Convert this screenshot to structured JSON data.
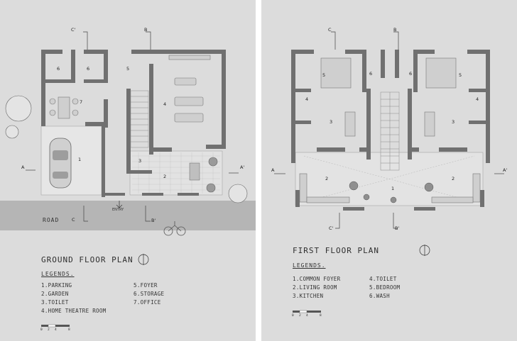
{
  "ground": {
    "title": "GROUND FLOOR PLAN",
    "legend_heading": "LEGENDS.",
    "legend_left": [
      "1.PARKING",
      "2.GARDEN",
      "3.TOILET",
      "4.HOME THEATRE ROOM"
    ],
    "legend_right": [
      "5.FOYER",
      "6.STORAGE",
      "7.OFFICE"
    ],
    "road": "ROAD",
    "entry": "ENTRY",
    "rooms": [
      "1",
      "2",
      "3",
      "4",
      "5",
      "6",
      "6",
      "7"
    ],
    "sections": [
      "C'",
      "B",
      "A",
      "A'",
      "C",
      "B'"
    ],
    "scale": [
      "0",
      "2",
      "4",
      "8"
    ]
  },
  "first": {
    "title": "FIRST FLOOR PLAN",
    "legend_heading": "LEGENDS.",
    "legend_left": [
      "1.COMMON FOYER",
      "2.LIVING ROOM",
      "3.KITCHEN"
    ],
    "legend_right": [
      "4.TOILET",
      "5.BEDROOM",
      "6.WASH"
    ],
    "rooms": [
      "1",
      "2",
      "2",
      "3",
      "3",
      "4",
      "4",
      "5",
      "5",
      "6",
      "6"
    ],
    "sections": [
      "C",
      "B",
      "A",
      "A'",
      "C'",
      "B'"
    ],
    "scale": [
      "0",
      "2",
      "4",
      "8"
    ]
  },
  "colors": {
    "wall": "#6e6e6e",
    "paper": "#dcdcdc",
    "road": "#b3b3b3",
    "line": "#555555"
  }
}
